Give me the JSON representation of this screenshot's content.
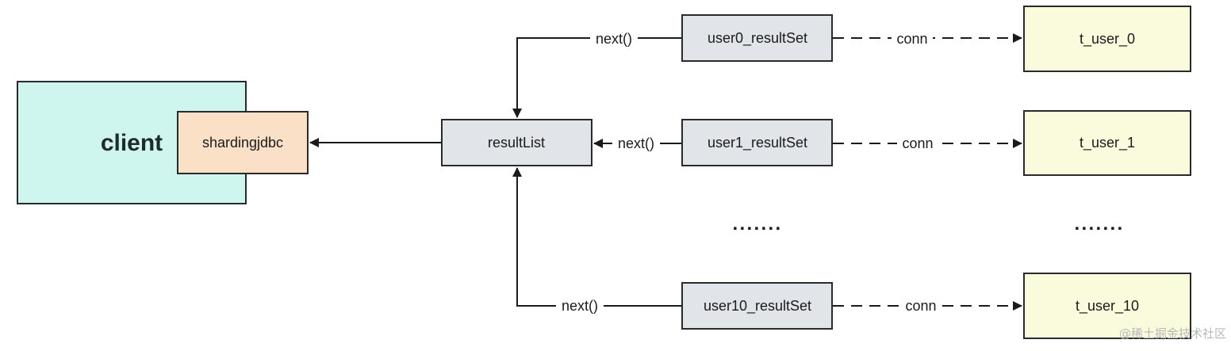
{
  "nodes": {
    "client": {
      "label": "client",
      "fill": "#cff5ef"
    },
    "shardingjdbc": {
      "label": "shardingjdbc",
      "fill": "#fbe0c8"
    },
    "result_list": {
      "label": "resultList",
      "fill": "#e1e4e8"
    },
    "user0_result_set": {
      "label": "user0_resultSet",
      "fill": "#e1e4e8"
    },
    "user1_result_set": {
      "label": "user1_resultSet",
      "fill": "#e1e4e8"
    },
    "user10_result_set": {
      "label": "user10_resultSet",
      "fill": "#e1e4e8"
    },
    "t_user_0": {
      "label": "t_user_0",
      "fill": "#fafadd"
    },
    "t_user_1": {
      "label": "t_user_1",
      "fill": "#fafadd"
    },
    "t_user_10": {
      "label": "t_user_10",
      "fill": "#fafadd"
    }
  },
  "edges": {
    "next_0": "next()",
    "next_1": "next()",
    "next_10": "next()",
    "conn_0": "conn",
    "conn_1": "conn",
    "conn_10": "conn"
  },
  "ellipsis": {
    "result_sets": "·······",
    "tables": "·······"
  },
  "watermark": "@稀土掘金技术社区",
  "colors": {
    "stroke": "#2a2a2a",
    "arrow": "#1a1a1a"
  }
}
